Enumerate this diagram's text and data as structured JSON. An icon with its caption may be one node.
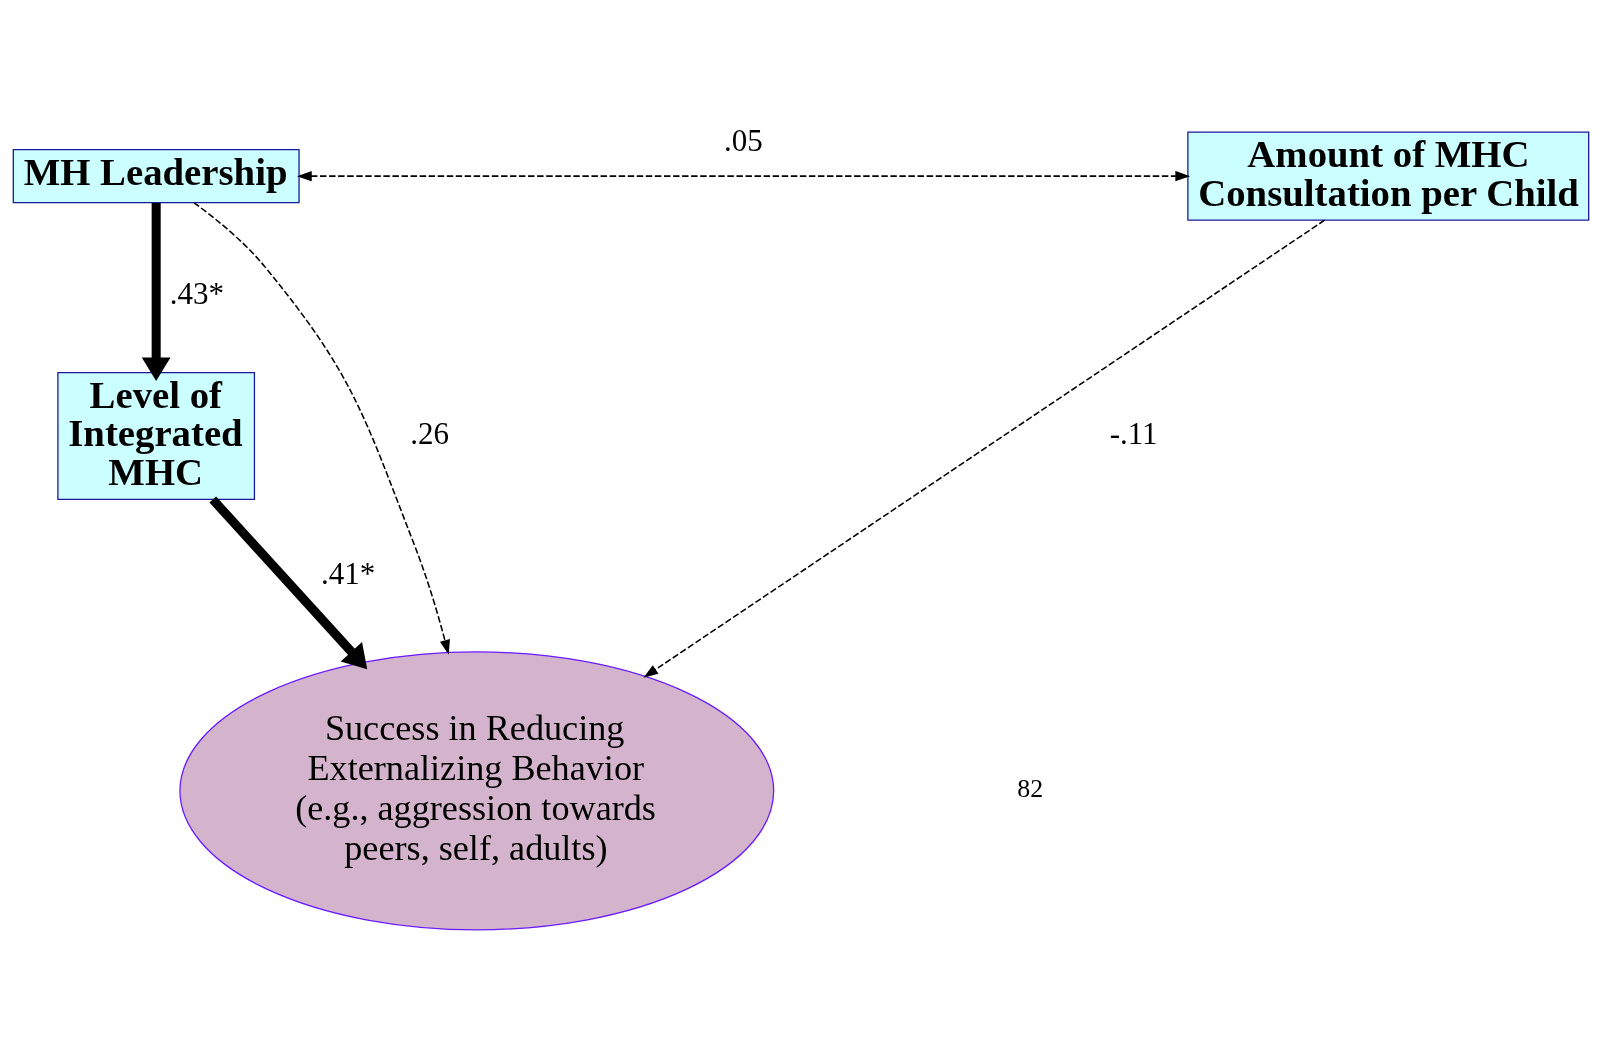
{
  "diagram": {
    "nodes": [
      {
        "text": [
          "MH Leadership"
        ]
      },
      {
        "text": [
          "Amount of MHC Consultation per Child"
        ]
      },
      {
        "text": [
          "Level of Integrated MHC"
        ]
      },
      {
        "text": [
          "Success in Reducing Externalizing Behavior (e.g., aggression towards peers, self, adults)"
        ]
      }
    ],
    "edges": [
      {
        "from": 0,
        "to": 1,
        "arrow": "both",
        "label": ".05",
        "style": "dashed"
      },
      {
        "from": 0,
        "to": 2,
        "arrow": "to",
        "label": ".43*",
        "style": "thick"
      },
      {
        "from": 0,
        "to": 3,
        "arrow": "to",
        "label": ".26",
        "style": "dashed"
      },
      {
        "from": 2,
        "to": 3,
        "arrow": "to",
        "label": ".41*",
        "style": "thick"
      },
      {
        "from": 1,
        "to": 3,
        "arrow": "to",
        "label": "-.11",
        "style": "dashed"
      }
    ],
    "labels": [
      "82"
    ]
  }
}
